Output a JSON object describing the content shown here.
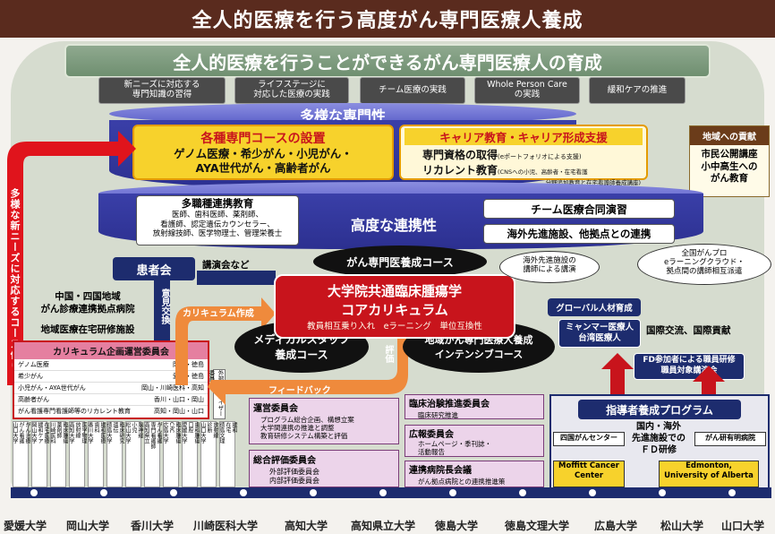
{
  "title": "全人的医療を行う高度がん専門医療人養成",
  "goal": "全人的医療を行うことができるがん専門医療人の育成",
  "goal_pills": [
    "新ニーズに対応する\n専門知識の習得",
    "ライフステージに\n対応した医療の実践",
    "チーム医療の実践",
    "Whole Person Care\nの実践",
    "緩和ケアの推進"
  ],
  "tier1": {
    "title": "多様な専門性",
    "courses_title": "各種専門コースの設置",
    "courses_text": "ゲノム医療・希少がん・小児がん・\nAYA世代がん・高齢者がん",
    "career_title": "キャリア教育・キャリア形成支援",
    "career_line1": "専門資格の取得",
    "career_line1_note": "(eポートフォリオによる支援)",
    "career_line2": "リカレント教育",
    "career_line2_note": "(CNSへの小児、高齢者・在宅看護",
    "career_line3_note": "分野追加教育と在宅看護師養成講座)"
  },
  "tier2": {
    "title": "高度な連携性",
    "multi_title": "多職種連携教育",
    "multi_text": "医師、歯科医師、薬剤師、\n看護師、認定遺伝カウンセラー、\n放射線技師、医学物理士、管理栄養士",
    "team": "チーム医療合同演習",
    "overseas": "海外先進施設、他拠点との連携"
  },
  "regional": {
    "title": "地域への貢献",
    "text": "市民公開講座\n小中高生への\nがん教育"
  },
  "left_arrow_text": "多様な新ニーズに対応するコース作り",
  "patient_assoc": "患者会",
  "lecture": "講演会など",
  "opinion": "意見交換",
  "chushi": "中国・四国地域\nがん診療連携拠点病院",
  "home_care": "地域医療在宅研修施設",
  "curriculum_committee": {
    "title": "カリキュラム企画運営委員会",
    "rows": [
      [
        "ゲノム医療",
        "岡山・徳島"
      ],
      [
        "希少がん",
        "愛媛・徳島"
      ],
      [
        "小児がん・AYA世代がん",
        "岡山・川崎医科・高知"
      ],
      [
        "高齢者がん",
        "香川・山口・岡山"
      ],
      [
        "がん看護専門看護師等のリカレント教育",
        "高知・岡山・山口"
      ]
    ]
  },
  "advisory": "外部アドバイザー委員会",
  "curriculum_make": "カリキュラム作成",
  "feedback": "フィードバック",
  "evaluation": "評価",
  "core": {
    "title1": "大学院共通臨床腫瘍学",
    "title2": "コアカリキュラム",
    "sub": "教員相互乗り入れ　eラーニング　単位互換性"
  },
  "ellipses": {
    "specialist": "がん専門医養成コース",
    "medstaff": "メディカルスタッフ\n養成コース",
    "intensive": "地域がん専門医療人養成\nインテンシブコース"
  },
  "callout1": "海外先進施設の\n講師による講演",
  "callout2": "全国がんプロ\neラーニングクラウド・\n拠点間の講師相互派遣",
  "global_title": "グローバル人材育成",
  "myanmar": "ミャンマー医療人\n台湾医療人",
  "intl": "国際交流、国際貢献",
  "fd_box": "FD参加者による職員研修\n職員対象講演会",
  "instructor": "指導者養成プログラム",
  "fd_center": "国内・海外\n先進施設での\nＦＤ研修",
  "shikoku_center": "四国がんセンター",
  "ariake": "がん研有明病院",
  "moffitt": "Moffitt Cancer\nCenter",
  "edmonton": "Edmonton,\nUniversity of Alberta",
  "committees": {
    "management_title": "運営委員会",
    "management_text": "プログラム総合企画、構想立案\n大学間連携の推進と調整\n教育研修システム構築と評価",
    "eval_title": "総合評価委員会",
    "eval_text": "外部評価委員会\n内部評価委員会",
    "trial_title": "臨床治験推進委員会",
    "trial_text": "臨床研究推進",
    "pr_title": "広報委員会",
    "pr_text": "ホームページ・季刊誌・\n活動報告",
    "hospital_title": "連携病院長会議",
    "hospital_text": "がん拠点病院との連携推進策"
  },
  "columns": [
    [
      "がん治療",
      "がん看護",
      "山口大学"
    ],
    [
      "在宅医療",
      "緩和ケア",
      "岡山大学"
    ],
    [
      "臨床腫瘍",
      "薬剤師",
      "川崎医科"
    ],
    [
      "医学物理",
      "放射線",
      "高知大学"
    ],
    [
      "緩和医療",
      "歯科",
      "香川大学"
    ],
    [
      "臨床研究",
      "遺伝",
      "徳島大学"
    ],
    [
      "脳神経",
      "小児",
      "松山大学"
    ],
    [
      "がん看護",
      "専門看護師",
      "高知県立"
    ],
    [
      "臨床腫瘍",
      "CRC",
      "広島大学"
    ],
    [
      "歯科腫瘍",
      "口腔",
      "愛媛大学"
    ],
    [
      "放射線",
      "診断",
      "山口大学"
    ],
    [
      "緩和",
      "在宅",
      "徳島文理"
    ]
  ],
  "universities": [
    "愛媛大学",
    "岡山大学",
    "香川大学",
    "川崎医科大学",
    "高知大学",
    "高知県立大学",
    "徳島大学",
    "徳島文理大学",
    "広島大学",
    "松山大学",
    "山口大学"
  ],
  "colors": {
    "title_bg": "#5a2b1e",
    "red": "#c8141c",
    "navy": "#1d2c6e",
    "yellow": "#f7d22c",
    "purple": "#ecd4ea"
  }
}
